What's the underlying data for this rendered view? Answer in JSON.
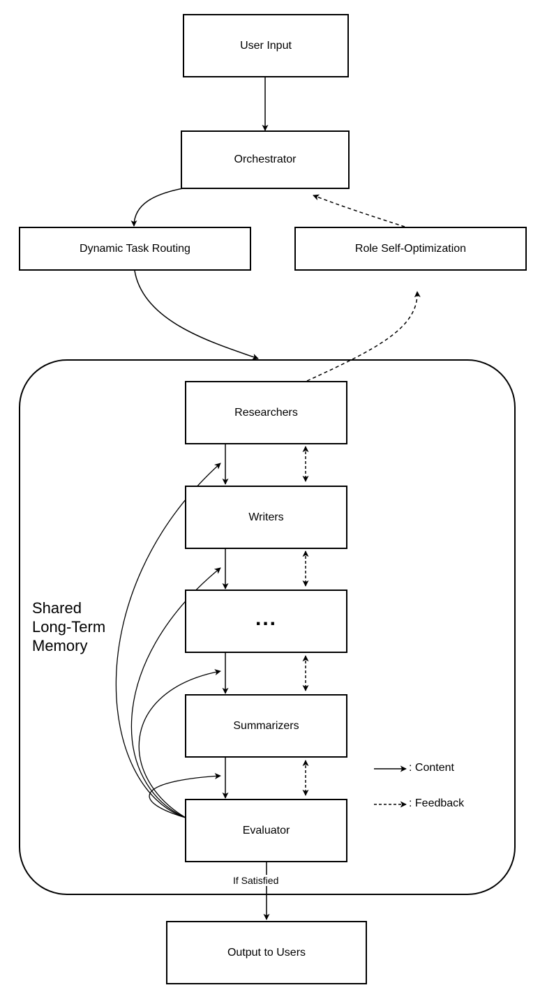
{
  "nodes": {
    "user_input": "User Input",
    "orchestrator": "Orchestrator",
    "dynamic_task_routing": "Dynamic Task Routing",
    "role_self_optimization": "Role Self-Optimization",
    "researchers": "Researchers",
    "writers": "Writers",
    "ellipsis": "...",
    "summarizers": "Summarizers",
    "evaluator": "Evaluator",
    "output_to_users": "Output to Users"
  },
  "memory_label": "Shared\nLong-Term\nMemory",
  "edge_label_if_satisfied": "If Satisfied",
  "legend": {
    "content": ": Content",
    "feedback": ": Feedback"
  }
}
